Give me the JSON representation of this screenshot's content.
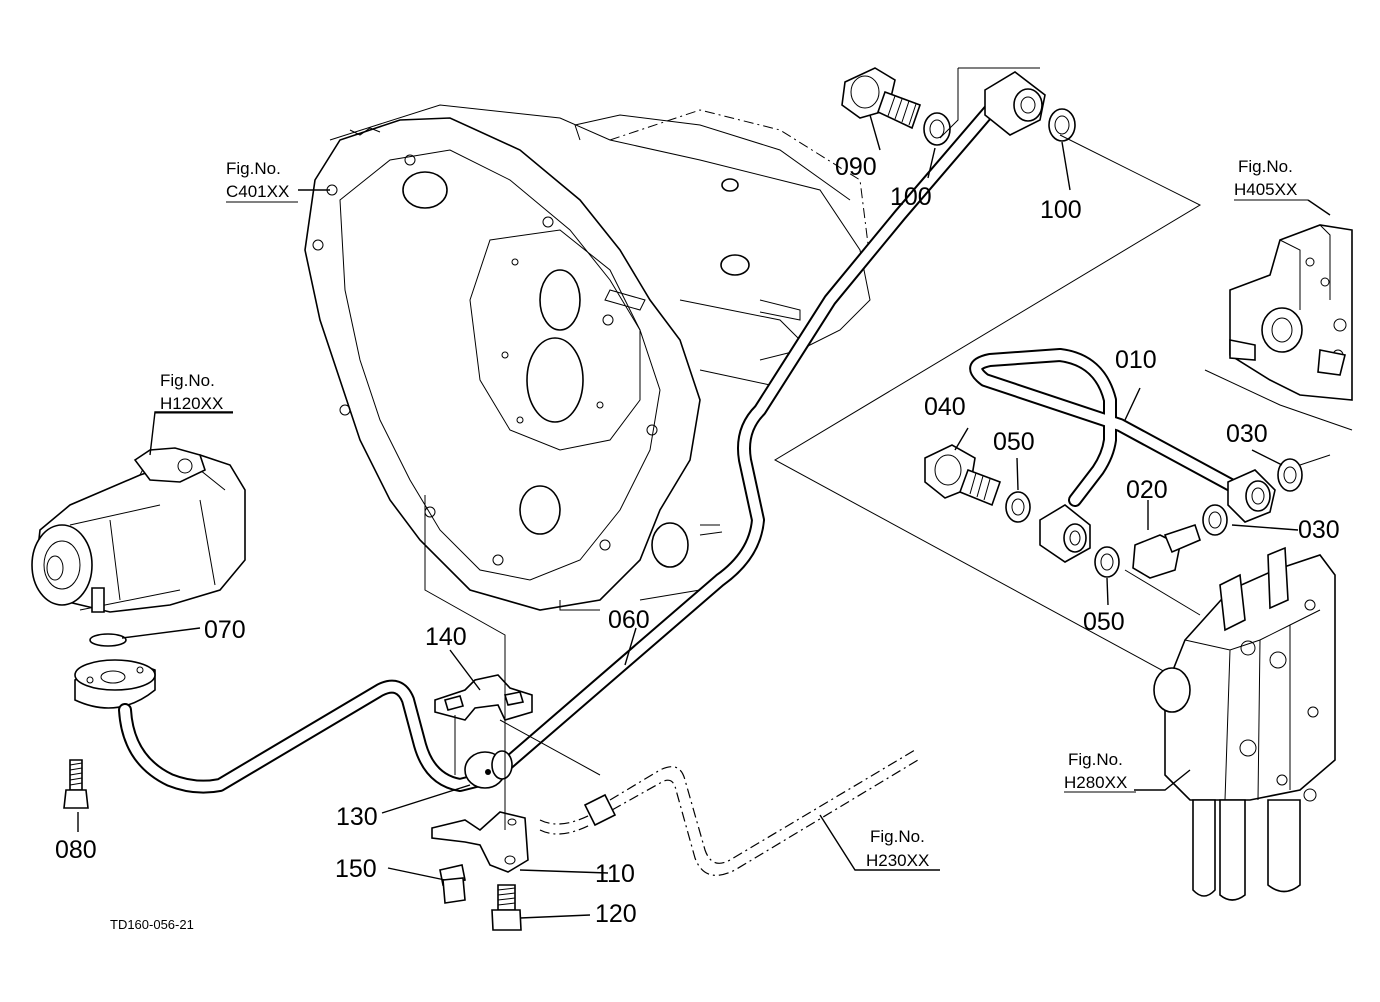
{
  "parts": [
    {
      "id": "p010",
      "text": "010"
    },
    {
      "id": "p020",
      "text": "020"
    },
    {
      "id": "p030a",
      "text": "030"
    },
    {
      "id": "p030b",
      "text": "030"
    },
    {
      "id": "p040",
      "text": "040"
    },
    {
      "id": "p050a",
      "text": "050"
    },
    {
      "id": "p050b",
      "text": "050"
    },
    {
      "id": "p060",
      "text": "060"
    },
    {
      "id": "p070",
      "text": "070"
    },
    {
      "id": "p080",
      "text": "080"
    },
    {
      "id": "p090",
      "text": "090"
    },
    {
      "id": "p100a",
      "text": "100"
    },
    {
      "id": "p100b",
      "text": "100"
    },
    {
      "id": "p110",
      "text": "110"
    },
    {
      "id": "p120",
      "text": "120"
    },
    {
      "id": "p130",
      "text": "130"
    },
    {
      "id": "p140",
      "text": "140"
    },
    {
      "id": "p150",
      "text": "150"
    }
  ],
  "figure_refs": {
    "prefix": "Fig.No.",
    "c401": "C401XX",
    "h405": "H405XX",
    "h120": "H120XX",
    "h280": "H280XX",
    "h230": "H230XX"
  },
  "drawing_code": "TD160-056-21"
}
